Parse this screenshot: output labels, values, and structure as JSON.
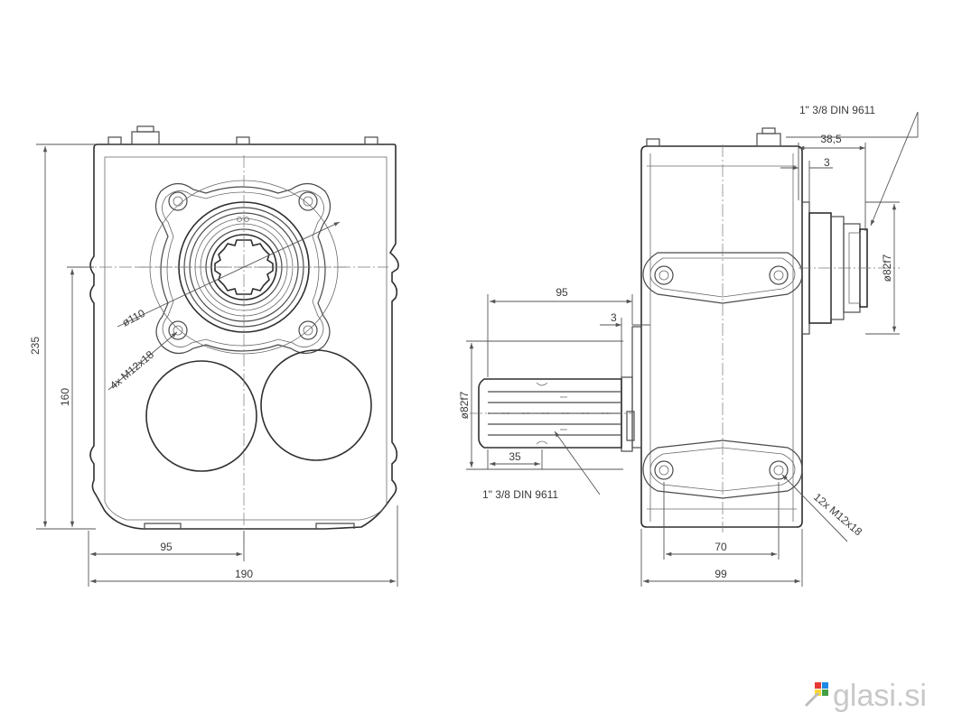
{
  "front_view": {
    "dim_height_total": "235",
    "dim_height_shaft": "160",
    "dim_half_width": "95",
    "dim_width_total": "190",
    "dim_flange_diameter": "ø110",
    "note_flange_bolts": "4x M12x18"
  },
  "side_view": {
    "dim_output_thread": "1\" 3/8 DIN 9611",
    "dim_output_length": "38,5",
    "dim_output_step": "3",
    "dim_output_diameter": "ø82f7",
    "dim_input_length": "95",
    "dim_input_step": "3",
    "dim_input_diameter": "ø82f7",
    "dim_spline_length": "35",
    "dim_input_thread": "1\" 3/8 DIN 9611",
    "note_side_bolts": "12x M12x18",
    "dim_bolt_spacing": "70",
    "dim_depth_total": "99"
  },
  "watermark": {
    "logo_text": "glasi.si",
    "colors": [
      "#e53935",
      "#1e88e5",
      "#fdd835",
      "#43a047"
    ]
  }
}
